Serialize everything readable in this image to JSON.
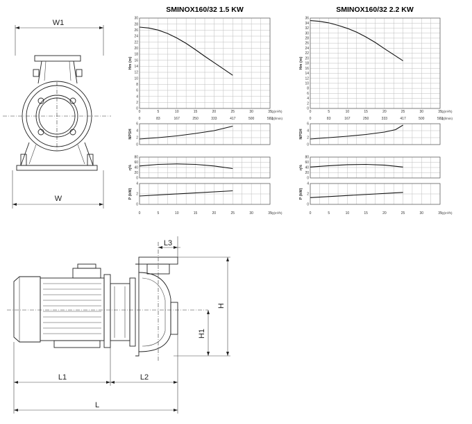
{
  "drawing": {
    "front_view": {
      "top_label": "W1",
      "bottom_label": "W"
    },
    "side_view": {
      "labels": {
        "L3": "L3",
        "H": "H",
        "H1": "H1",
        "L1": "L1",
        "L2": "L2",
        "L": "L"
      }
    }
  },
  "chart_data": [
    {
      "type": "line",
      "title": "SMINOX160/32 1.5 KW",
      "x_ticks": [
        0,
        5,
        10,
        15,
        20,
        25,
        30,
        35
      ],
      "x_unit": "Q(m³/h)",
      "x_ticks_lmin": [
        0,
        83,
        167,
        250,
        333,
        417,
        500,
        583
      ],
      "x_unit_lmin": "Q(l/min)",
      "xlim": [
        0,
        35
      ],
      "panels": [
        {
          "ylabel": "Hm (m)",
          "ylim": [
            0,
            30
          ],
          "yticks": [
            0,
            2,
            4,
            6,
            8,
            10,
            12,
            14,
            16,
            18,
            20,
            22,
            24,
            26,
            28,
            30
          ],
          "x": [
            0,
            2.5,
            5,
            7.5,
            10,
            12.5,
            15,
            17.5,
            20,
            22.5,
            25
          ],
          "y": [
            27,
            26.7,
            26,
            24.9,
            23.4,
            21.6,
            19.5,
            17.3,
            15.2,
            13.1,
            11
          ]
        },
        {
          "ylabel": "NPSH",
          "ylim": [
            0,
            6
          ],
          "yticks": [
            0,
            2,
            4,
            6
          ],
          "x": [
            0,
            5,
            10,
            15,
            20,
            25
          ],
          "y": [
            1.6,
            2.0,
            2.5,
            3.2,
            4.0,
            5.3
          ]
        },
        {
          "ylabel": "η%",
          "ylim": [
            0,
            80
          ],
          "yticks": [
            0,
            20,
            40,
            60,
            80
          ],
          "x": [
            0,
            5,
            10,
            15,
            20,
            25
          ],
          "y": [
            46,
            52,
            54,
            52,
            46,
            36
          ]
        },
        {
          "ylabel": "P (kW)",
          "ylim": [
            0,
            4
          ],
          "yticks": [
            0,
            2,
            4
          ],
          "x": [
            0,
            25
          ],
          "y": [
            1.6,
            2.6
          ]
        }
      ]
    },
    {
      "type": "line",
      "title": "SMINOX160/32 2.2 KW",
      "x_ticks": [
        0,
        5,
        10,
        15,
        20,
        25,
        30,
        35
      ],
      "x_unit": "Q(m³/h)",
      "x_ticks_lmin": [
        0,
        83,
        167,
        250,
        333,
        417,
        500,
        583
      ],
      "x_unit_lmin": "Q(l/min)",
      "xlim": [
        0,
        35
      ],
      "panels": [
        {
          "ylabel": "Hm (m)",
          "ylim": [
            0,
            36
          ],
          "yticks": [
            0,
            2,
            4,
            6,
            8,
            10,
            12,
            14,
            16,
            18,
            20,
            22,
            24,
            26,
            28,
            30,
            32,
            34,
            36
          ],
          "x": [
            0,
            2.5,
            5,
            7.5,
            10,
            12.5,
            15,
            17.5,
            20,
            22.5,
            25
          ],
          "y": [
            35,
            34.7,
            34.1,
            33.1,
            31.9,
            30.4,
            28.5,
            26.3,
            23.8,
            21.4,
            19
          ]
        },
        {
          "ylabel": "NPSH",
          "ylim": [
            0,
            6
          ],
          "yticks": [
            0,
            2,
            4,
            6
          ],
          "x": [
            0,
            5,
            10,
            15,
            20,
            23,
            25
          ],
          "y": [
            1.6,
            2.0,
            2.4,
            2.9,
            3.6,
            4.3,
            5.6
          ]
        },
        {
          "ylabel": "η%",
          "ylim": [
            0,
            80
          ],
          "yticks": [
            0,
            20,
            40,
            60,
            80
          ],
          "x": [
            0,
            5,
            10,
            15,
            20,
            25
          ],
          "y": [
            42,
            47,
            51,
            52,
            49,
            42
          ]
        },
        {
          "ylabel": "P (kW)",
          "ylim": [
            0,
            4
          ],
          "yticks": [
            0,
            2,
            4
          ],
          "x": [
            0,
            25
          ],
          "y": [
            1.3,
            2.3
          ]
        }
      ]
    }
  ]
}
